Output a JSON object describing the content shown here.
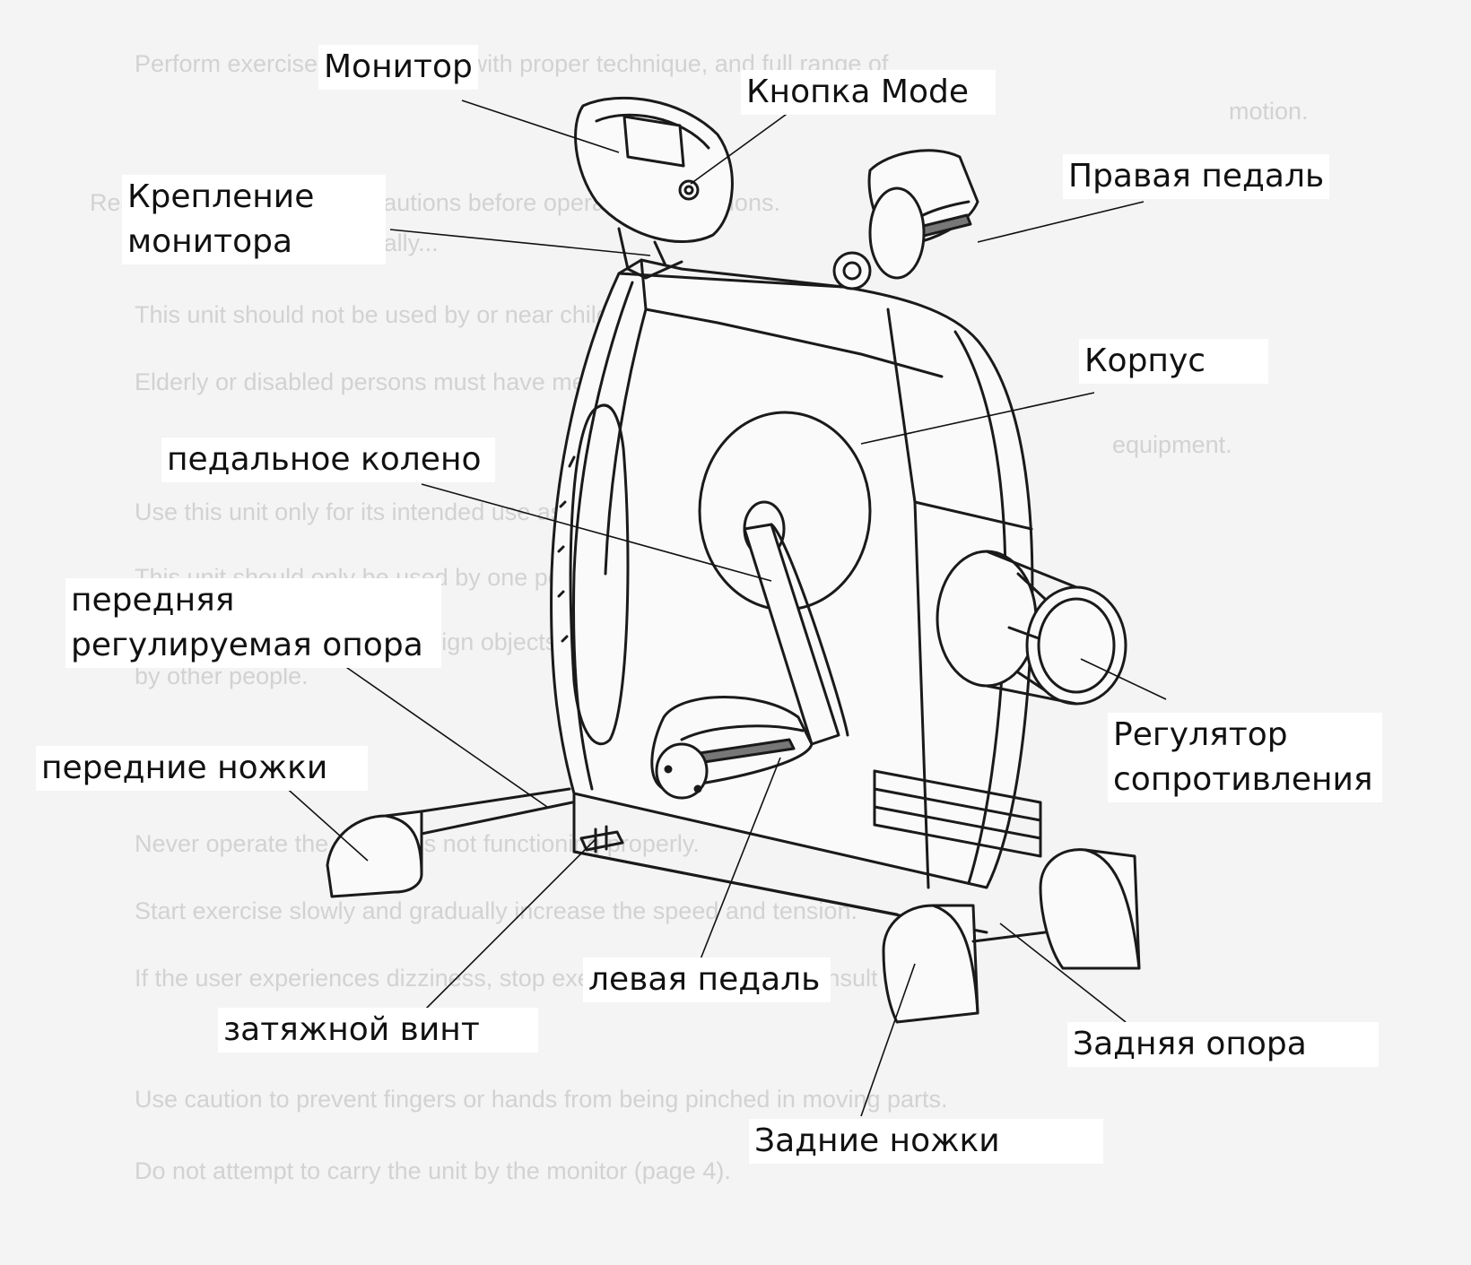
{
  "labels": {
    "monitor": "Монитор",
    "mode_button": "Кнопка Mode",
    "monitor_mount_1": "Крепление",
    "monitor_mount_2": "монитора",
    "right_pedal": "Правая педаль",
    "body": "Корпус",
    "crank": "педальное колено",
    "front_support_1": "передняя",
    "front_support_2": "регулируемая опора",
    "resistance_1": "Регулятор",
    "resistance_2": "сопротивления",
    "front_legs": "передние ножки",
    "left_pedal": "левая педаль",
    "tension_screw": "затяжной винт",
    "rear_support": "Задняя опора",
    "rear_legs": "Задние ножки"
  },
  "background_text": [
    "Perform exercises consistently with proper technique, and full range of",
    "motion.",
    "Read all warnings and precautions before operating instructions.",
    "Attempt exercise gradually...",
    "This unit should not be used by or near children.",
    "Elderly or disabled persons must have medical approval before using",
    "equipment.",
    "Use this unit only for its intended use as described in this manual.",
    "This unit should only be used by one person at a time.",
    "Do not put hands or any foreign objects on or near the moving parts",
    "by other people.",
    "Never operate the unit if it is not functioning properly.",
    "Start exercise slowly and gradually increase the speed and tension.",
    "If the user experiences dizziness, stop exercising at once and consult a doctor.",
    "Use caution to prevent fingers or hands from being pinched in moving parts.",
    "Do not attempt to carry the unit by the monitor (page 4)."
  ]
}
